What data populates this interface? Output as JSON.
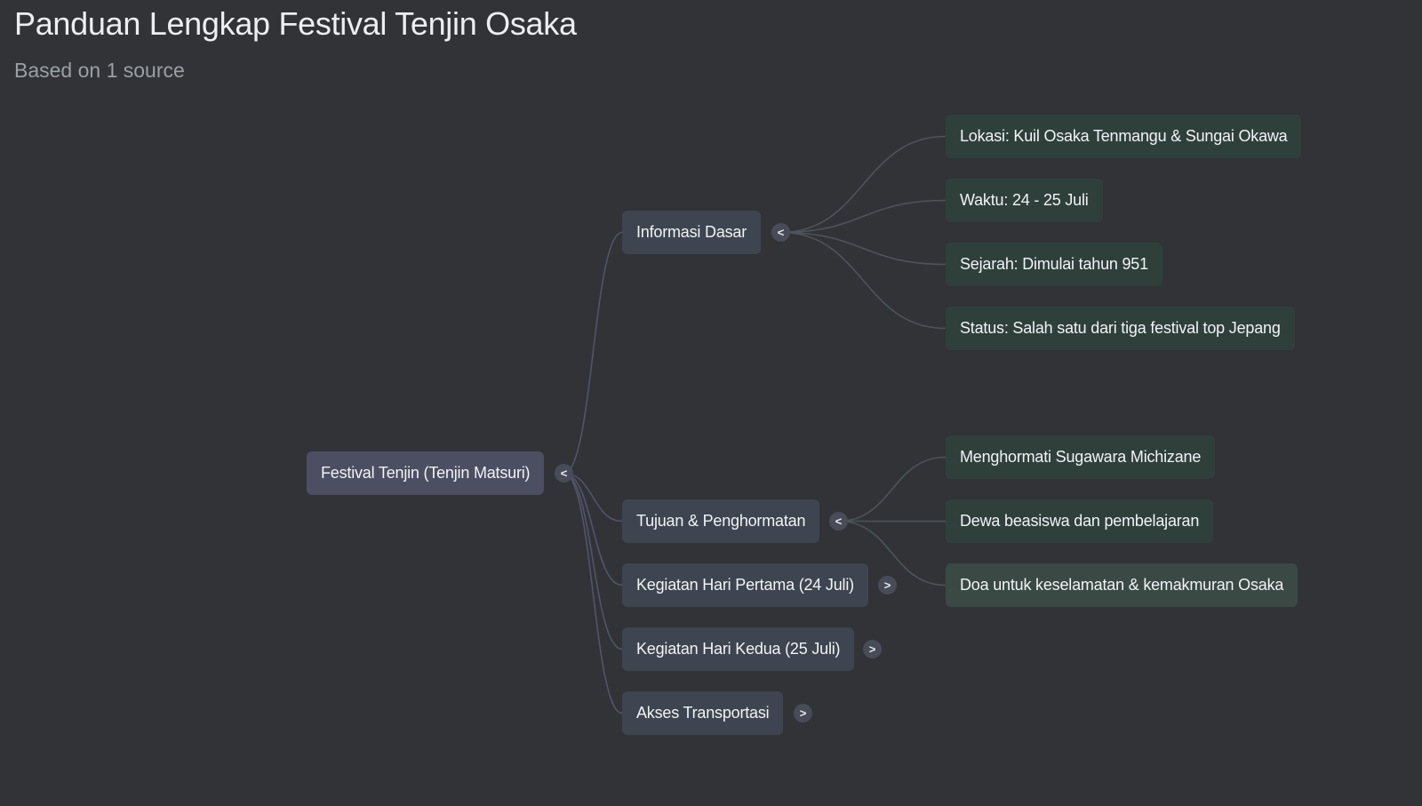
{
  "header": {
    "title": "Panduan Lengkap Festival Tenjin Osaka",
    "subtitle": "Based on 1 source"
  },
  "mindmap": {
    "root": {
      "label": "Festival Tenjin (Tenjin Matsuri)",
      "toggle": "<"
    },
    "branches": [
      {
        "label": "Informasi Dasar",
        "toggle": "<",
        "children": [
          "Lokasi: Kuil Osaka Tenmangu & Sungai Okawa",
          "Waktu: 24 - 25 Juli",
          "Sejarah: Dimulai tahun 951",
          "Status: Salah satu dari tiga festival top Jepang"
        ]
      },
      {
        "label": "Tujuan & Penghormatan",
        "toggle": "<",
        "children": [
          "Menghormati Sugawara Michizane",
          "Dewa beasiswa dan pembelajaran",
          "Doa untuk keselamatan & kemakmuran Osaka"
        ]
      },
      {
        "label": "Kegiatan Hari Pertama (24 Juli)",
        "toggle": ">",
        "children": []
      },
      {
        "label": "Kegiatan Hari Kedua (25 Juli)",
        "toggle": ">",
        "children": []
      },
      {
        "label": "Akses Transportasi",
        "toggle": ">",
        "children": []
      }
    ]
  },
  "colors": {
    "background": "#313337",
    "root": "#4c4e62",
    "branch": "#3e4550",
    "leaf": "#2f403b",
    "link": "#50545e"
  }
}
